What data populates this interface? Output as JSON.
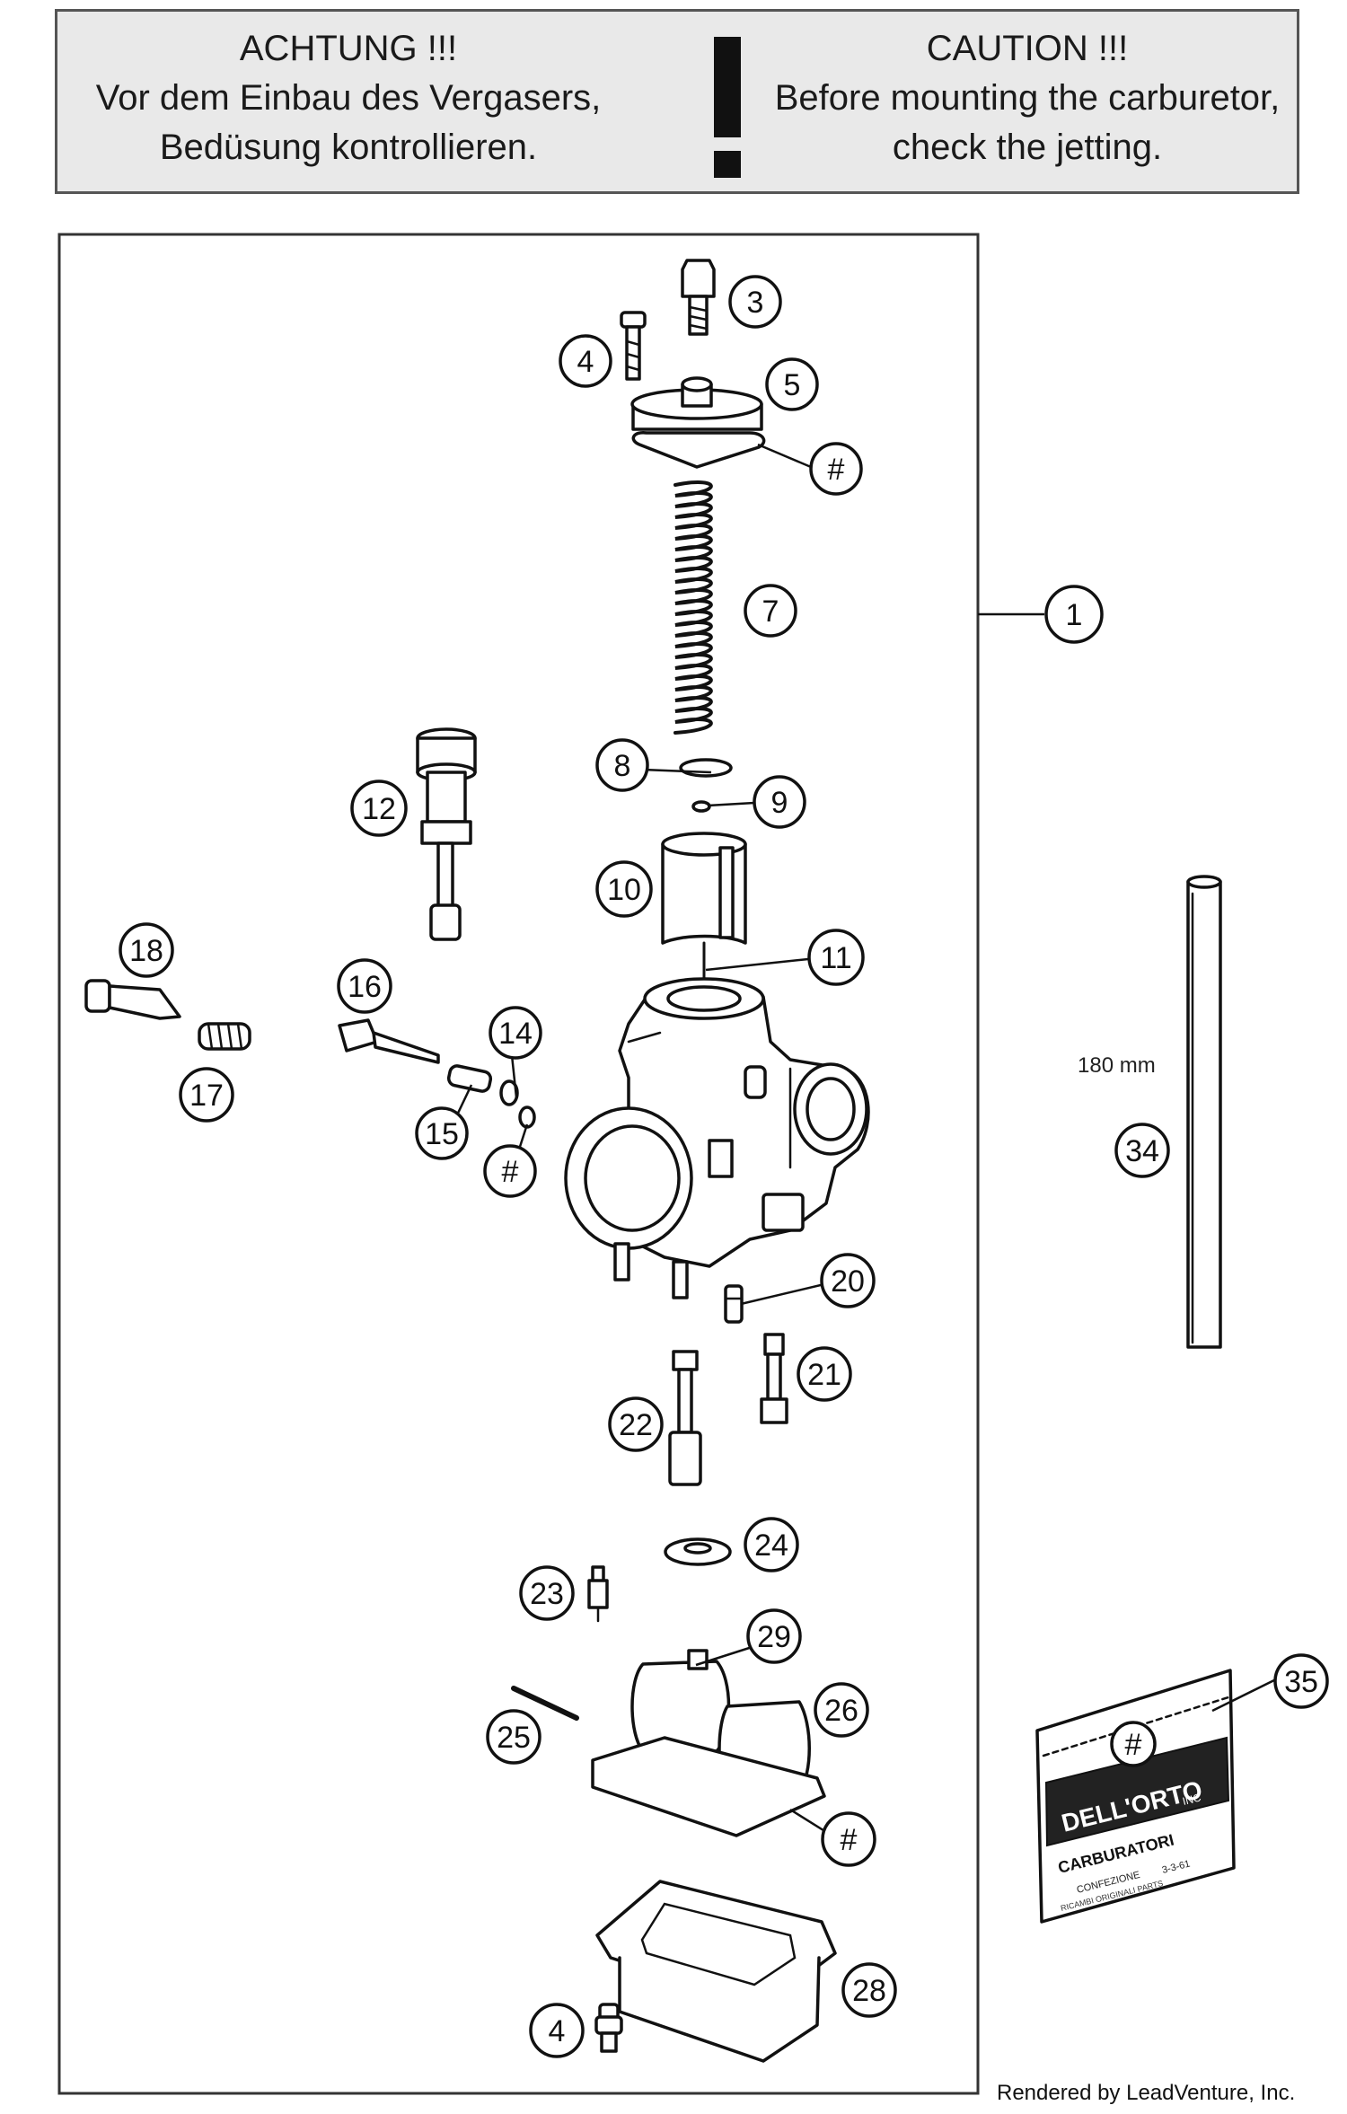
{
  "warning": {
    "de_title": "ACHTUNG !!!",
    "de_line1": "Vor dem Einbau des Vergasers,",
    "de_line2": "Bedüsung kontrollieren.",
    "en_title": "CAUTION !!!",
    "en_line1": "Before mounting the carburetor,",
    "en_line2": "check the jetting."
  },
  "callouts": {
    "c1": "1",
    "c3": "3",
    "c4a": "4",
    "c5": "5",
    "c_hash_cap": "#",
    "c7": "7",
    "c8": "8",
    "c9": "9",
    "c10": "10",
    "c11": "11",
    "c12": "12",
    "c14": "14",
    "c15": "15",
    "c_hash_idle": "#",
    "c16": "16",
    "c17": "17",
    "c18": "18",
    "c20": "20",
    "c21": "21",
    "c22": "22",
    "c23": "23",
    "c24": "24",
    "c25": "25",
    "c26": "26",
    "c29": "29",
    "c_hash_gasket": "#",
    "c28": "28",
    "c4b": "4",
    "c34": "34",
    "c35": "35"
  },
  "hose": {
    "length_label": "180 mm"
  },
  "kit_bag": {
    "hash": "#",
    "brand": "DELL'ORTO",
    "brand_sub": "INC",
    "type": "CARBURATORI",
    "line1": "CONFEZIONE",
    "line1_val": "3-3-61",
    "line2": "RICAMBI ORIGINALI PARTS"
  },
  "footer": {
    "credit": "Rendered by LeadVenture, Inc."
  }
}
